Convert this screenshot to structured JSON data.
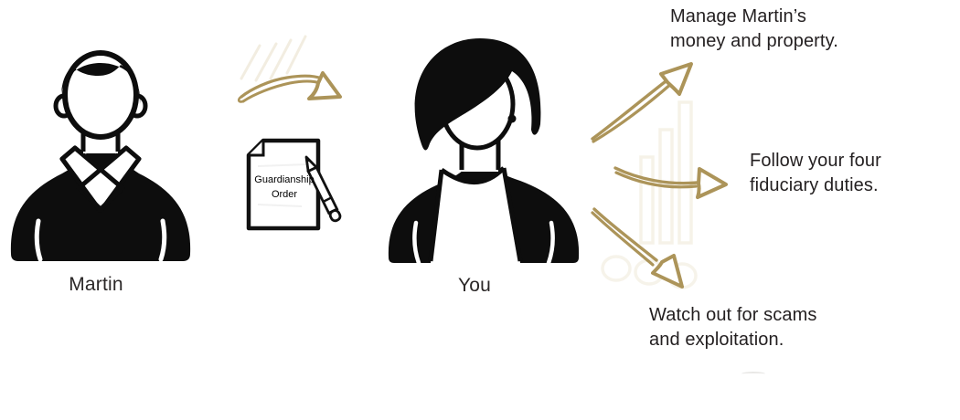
{
  "page": {
    "background": "#ffffff",
    "accent_color": "#ac9459",
    "text_color": "#231f20"
  },
  "actors": {
    "giver": {
      "label": "Martin"
    },
    "receiver": {
      "label": "You"
    }
  },
  "document": {
    "line1": "Guardianship",
    "line2": "Order"
  },
  "duties": [
    {
      "line1": "Manage Martin’s",
      "line2": "money and property."
    },
    {
      "line1": "Follow your four",
      "line2": "fiduciary duties."
    },
    {
      "line1": "Watch out for scams",
      "line2": "and exploitation."
    }
  ],
  "icons": {
    "martin": "person-male-icon",
    "you": "person-female-icon",
    "document": "guardianship-order-paper-icon",
    "pencil": "pencil-icon",
    "transfer_arrow": "curved-arrow-right-icon",
    "duty_arrows": [
      "curved-arrow-up-right-icon",
      "curved-arrow-right-icon",
      "curved-arrow-down-right-icon"
    ]
  }
}
